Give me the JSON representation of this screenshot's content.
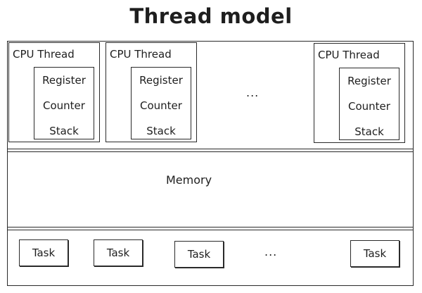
{
  "title": "Thread model",
  "threads": [
    {
      "label": "CPU Thread",
      "items": [
        "Register",
        "Counter",
        "Stack"
      ]
    },
    {
      "label": "CPU Thread",
      "items": [
        "Register",
        "Counter",
        "Stack"
      ]
    },
    {
      "label": "CPU Thread",
      "items": [
        "Register",
        "Counter",
        "Stack"
      ]
    }
  ],
  "threads_ellipsis": "...",
  "memory_label": "Memory",
  "tasks": [
    "Task",
    "Task",
    "Task",
    "Task"
  ],
  "tasks_ellipsis": "..."
}
